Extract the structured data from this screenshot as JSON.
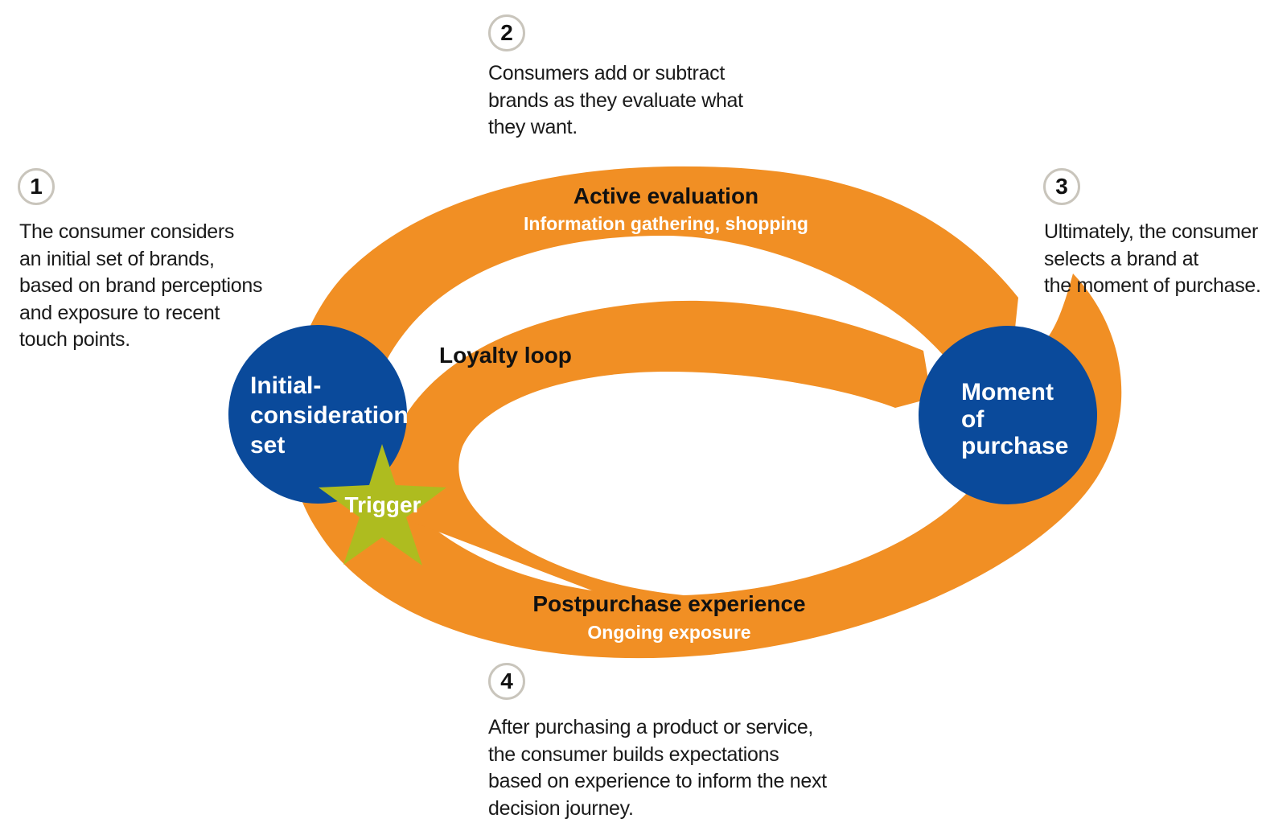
{
  "colors": {
    "loop_orange": "#f18f24",
    "node_blue": "#0a4a9b",
    "trigger_green": "#aebc1f",
    "badge_border": "#c9c5bc",
    "text_dark": "#111111",
    "text_light": "#ffffff"
  },
  "steps": [
    {
      "number": "1",
      "lines": [
        "The consumer considers",
        "an initial set of brands,",
        "based on brand perceptions",
        "and exposure to recent",
        "touch points."
      ]
    },
    {
      "number": "2",
      "lines": [
        "Consumers add or subtract",
        "brands as they evaluate what",
        "they want."
      ]
    },
    {
      "number": "3",
      "lines": [
        "Ultimately, the consumer",
        "selects a brand at",
        "the moment of purchase."
      ]
    },
    {
      "number": "4",
      "lines": [
        "After purchasing a product or service,",
        "the consumer builds expectations",
        "based on experience to inform the next",
        "decision journey."
      ]
    }
  ],
  "stages": {
    "active_evaluation": {
      "title": "Active evaluation",
      "subtitle": "Information gathering, shopping"
    },
    "loyalty_loop": {
      "title": "Loyalty loop"
    },
    "postpurchase": {
      "title": "Postpurchase experience",
      "subtitle": "Ongoing exposure"
    }
  },
  "nodes": {
    "initial": {
      "lines": [
        "Initial-",
        "consideration",
        "set"
      ]
    },
    "moment": {
      "lines": [
        "Moment",
        "of",
        "purchase"
      ]
    },
    "trigger": {
      "label": "Trigger"
    }
  }
}
